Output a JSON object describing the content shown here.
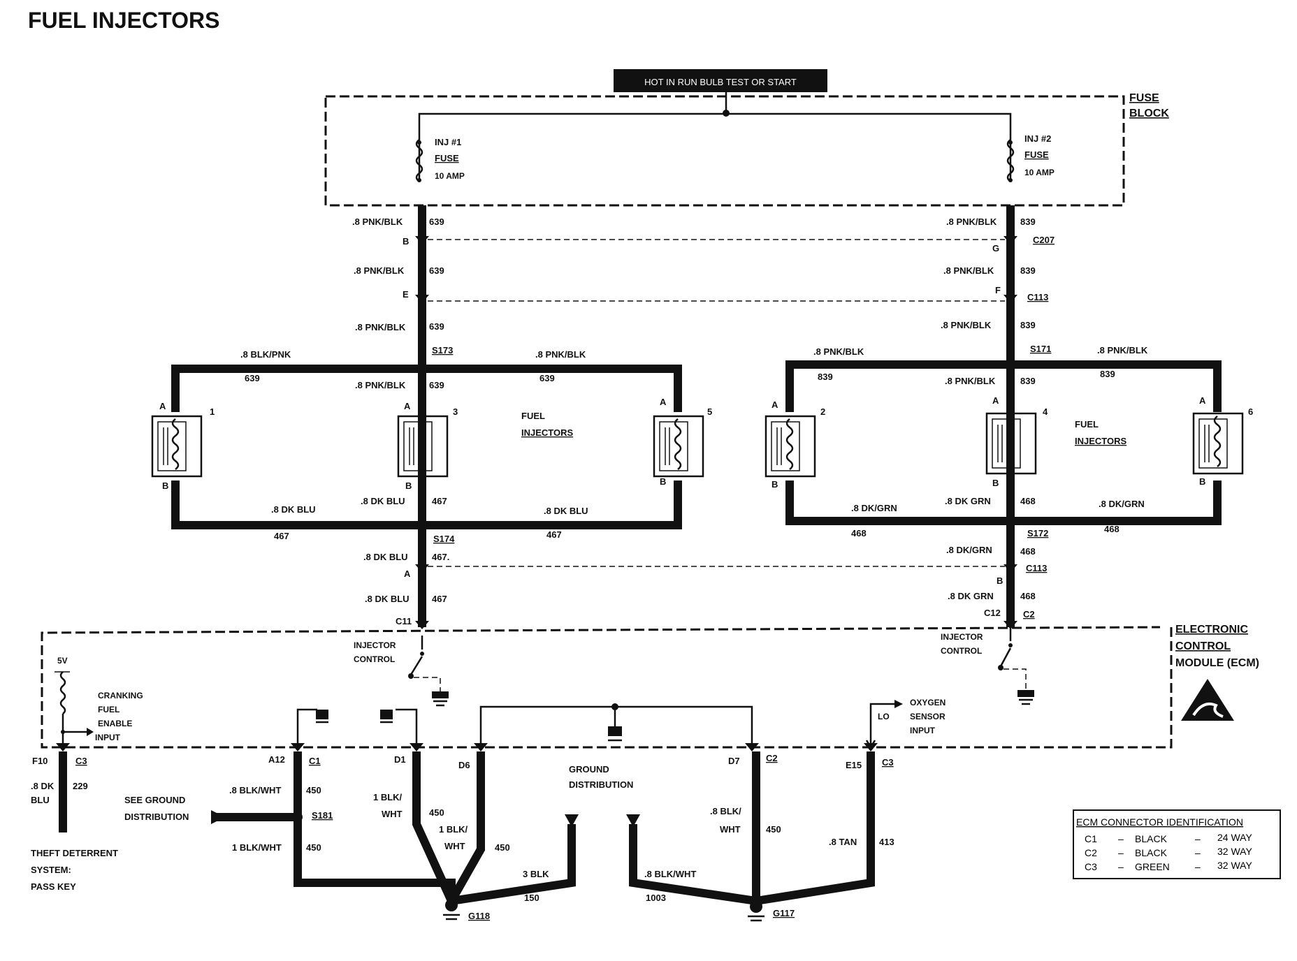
{
  "title": "FUEL INJECTORS",
  "hot_banner": "HOT IN RUN BULB TEST OR START",
  "fuse_block": [
    "FUSE",
    "BLOCK"
  ],
  "fuse1": [
    "INJ #1",
    "FUSE",
    "10 AMP"
  ],
  "fuse2": [
    "INJ #2",
    "FUSE",
    "10 AMP"
  ],
  "left": {
    "w_top": ".8 PNK/BLK",
    "c_top": "639",
    "pin_b": "B",
    "w_mid": ".8 PNK/BLK",
    "c_mid": "639",
    "pin_e": "E",
    "w_low": ".8 PNK/BLK",
    "c_low": "639",
    "splice_top": "S173",
    "branch_l_w": ".8 BLK/PNK",
    "branch_l_c": "639",
    "branch_r_w": ".8 PNK/BLK",
    "branch_r_c": "639",
    "to_inj_w": ".8 PNK/BLK",
    "to_inj_c": "639",
    "inj_label": [
      "FUEL",
      "INJECTORS"
    ],
    "inj_nums": [
      "1",
      "3",
      "5"
    ],
    "bot_l_w": ".8 DK BLU",
    "bot_l_c": "467",
    "bot_m_w": ".8 DK BLU",
    "bot_m_c": "467",
    "bot_r_w": ".8 DK BLU",
    "bot_r_c": "467",
    "splice_bot": "S174",
    "w_b1": ".8 DK BLU",
    "c_b1": "467.",
    "pin_a": "A",
    "w_b2": ".8 DK BLU",
    "c_b2": "467",
    "ecm_pin": "C11",
    "inj_ctrl": [
      "INJECTOR",
      "CONTROL"
    ]
  },
  "right": {
    "w_top": ".8 PNK/BLK",
    "c_top": "839",
    "pin_g": "G",
    "conn_top": "C207",
    "w_mid": ".8 PNK/BLK",
    "c_mid": "839",
    "pin_f": "F",
    "conn_mid": "C113",
    "w_low": ".8 PNK/BLK",
    "c_low": "839",
    "splice_top": "S171",
    "branch_l_w": ".8 PNK/BLK",
    "branch_l_c": "839",
    "branch_r_w": ".8 PNK/BLK",
    "branch_r_c": "839",
    "to_inj_w": ".8 PNK/BLK",
    "to_inj_c": "839",
    "inj_label": [
      "FUEL",
      "INJECTORS"
    ],
    "inj_nums": [
      "2",
      "4",
      "6"
    ],
    "bot_l_w": ".8 DK/GRN",
    "bot_l_c": "468",
    "bot_m_w": ".8 DK GRN",
    "bot_m_c": "468",
    "bot_r_w": ".8 DK/GRN",
    "bot_r_c": "468",
    "splice_bot": "S172",
    "w_b1": ".8 DK/GRN",
    "c_b1": "468",
    "pin_b": "B",
    "conn_b": "C113",
    "w_b2": ".8 DK GRN",
    "c_b2": "468",
    "ecm_pin": "C12",
    "ecm_conn": "C2",
    "inj_ctrl": [
      "INJECTOR",
      "CONTROL"
    ]
  },
  "pin_letters": {
    "a": "A",
    "b": "B"
  },
  "ecm": [
    "ELECTRONIC",
    "CONTROL",
    "MODULE (ECM)"
  ],
  "cranking": {
    "volt": "5V",
    "lines": [
      "CRANKING",
      "FUEL",
      "ENABLE",
      "INPUT"
    ]
  },
  "oxygen": {
    "lo": "LO",
    "lines": [
      "OXYGEN",
      "SENSOR",
      "INPUT"
    ]
  },
  "ground_dist": [
    "GROUND",
    "DISTRIBUTION"
  ],
  "pins": {
    "f10": "F10",
    "c3a": "C3",
    "a12": "A12",
    "c1": "C1",
    "d1": "D1",
    "d6": "D6",
    "d7": "D7",
    "c2": "C2",
    "e15": "E15",
    "c3b": "C3"
  },
  "bottom": {
    "theft_w": [
      ".8 DK",
      "BLU"
    ],
    "theft_c": "229",
    "theft": [
      "THEFT DETERRENT",
      "SYSTEM:",
      "PASS KEY"
    ],
    "see_ground": [
      "SEE GROUND",
      "DISTRIBUTION"
    ],
    "a12_w": ".8 BLK/WHT",
    "a12_c": "450",
    "s181": "S181",
    "a12_w2": "1 BLK/WHT",
    "a12_c2": "450",
    "d1_w": [
      "1 BLK/",
      "WHT"
    ],
    "d1_c": "450",
    "d6_w": [
      "1 BLK/",
      "WHT"
    ],
    "d6_c": "450",
    "g118_w": "3 BLK",
    "g118_c": "150",
    "g118": "G118",
    "d7_w": [
      ".8 BLK/",
      "WHT"
    ],
    "d7_c": "450",
    "g117_w": ".8 BLK/WHT",
    "g117_c": "1003",
    "g117": "G117",
    "e15_w": ".8 TAN",
    "e15_c": "413"
  },
  "legend": {
    "title": "ECM CONNECTOR IDENTIFICATION",
    "rows": [
      [
        "C1",
        "BLACK",
        "24 WAY"
      ],
      [
        "C2",
        "BLACK",
        "32 WAY"
      ],
      [
        "C3",
        "GREEN",
        "32 WAY"
      ]
    ]
  }
}
